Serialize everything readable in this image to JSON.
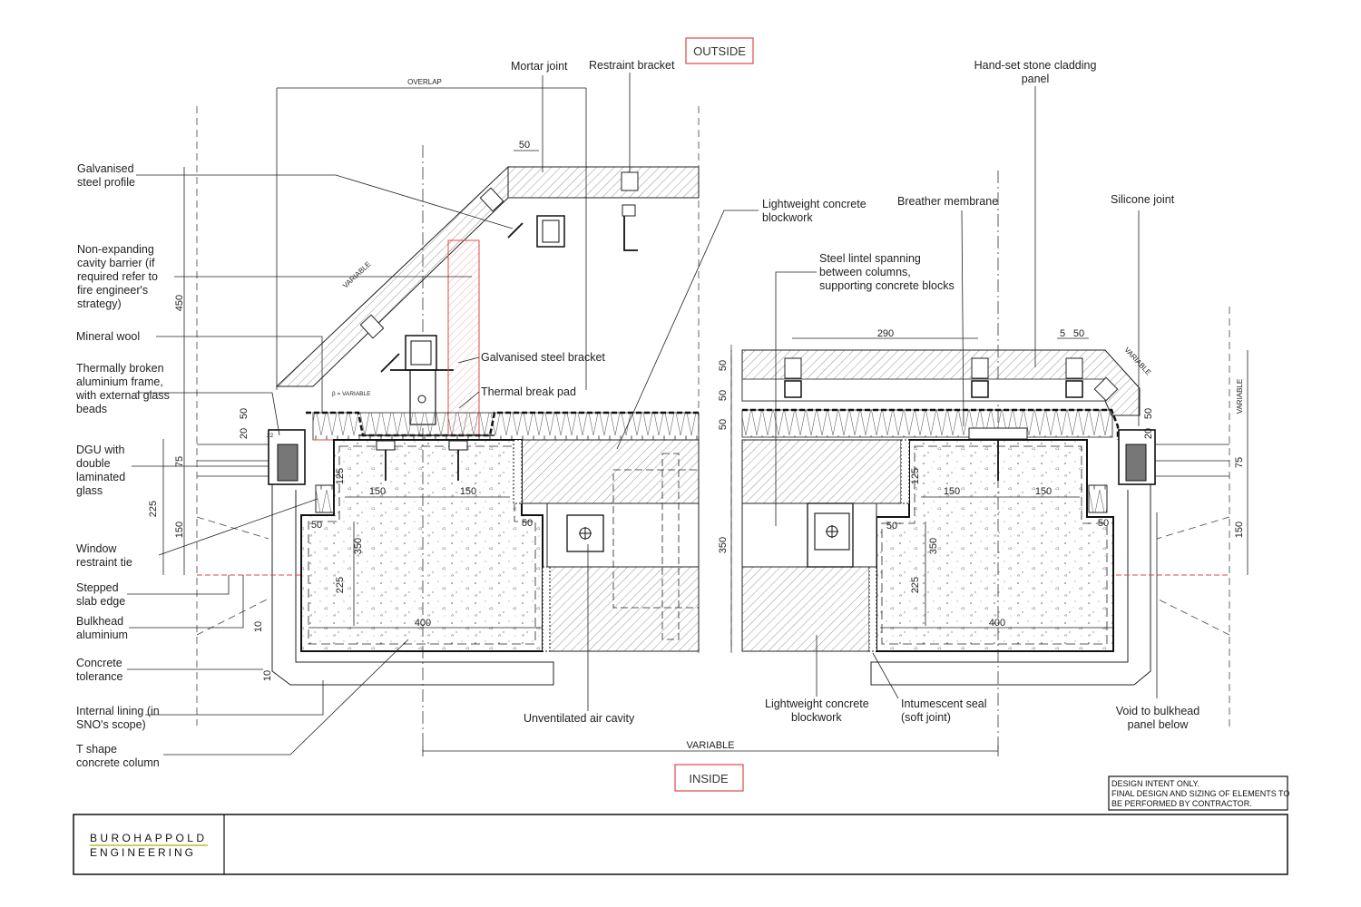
{
  "orientation": {
    "outside": "OUTSIDE",
    "inside": "INSIDE"
  },
  "labels": {
    "galvanised_profile": [
      "Galvanised",
      "steel profile"
    ],
    "cavity_barrier": [
      "Non-expanding",
      "cavity barrier (if",
      "required refer to",
      "fire engineer's",
      "strategy)"
    ],
    "mineral_wool": [
      "Mineral wool"
    ],
    "aluminium_frame": [
      "Thermally broken",
      "aluminium frame,",
      "with external glass",
      "beads"
    ],
    "dgu": [
      "DGU with",
      "double",
      "laminated",
      "glass"
    ],
    "window_tie": [
      "Window",
      "restraint tie"
    ],
    "stepped_slab": [
      "Stepped",
      "slab edge"
    ],
    "bulkhead": [
      "Bulkhead",
      "aluminium"
    ],
    "concrete_tolerance": [
      "Concrete",
      "tolerance"
    ],
    "internal_lining": [
      "Internal lining (in",
      "SNO's scope)"
    ],
    "t_shape_column": [
      "T shape",
      "concrete column"
    ],
    "mortar_joint": [
      "Mortar joint"
    ],
    "restraint_bracket": [
      "Restraint bracket"
    ],
    "stone_cladding": [
      "Hand-set stone cladding",
      "panel"
    ],
    "lightweight_top": [
      "Lightweight concrete",
      "blockwork"
    ],
    "breather": [
      "Breather membrane"
    ],
    "silicone": [
      "Silicone joint"
    ],
    "steel_lintel": [
      "Steel lintel spanning",
      "between columns,",
      "supporting concrete blocks"
    ],
    "galv_bracket": [
      "Galvanised  steel bracket"
    ],
    "thermal_pad": [
      "Thermal break pad"
    ],
    "air_cavity": [
      "Unventilated air cavity"
    ],
    "lightweight_bottom": [
      "Lightweight concrete",
      "blockwork"
    ],
    "intumescent": [
      "Intumescent seal",
      "(soft joint)"
    ],
    "void": [
      "Void to bulkhead",
      "panel below"
    ]
  },
  "dims": {
    "overlap": "OVERLAP",
    "variable_bottom": "VARIABLE",
    "variable_diag": "VARIABLE",
    "variable_right_diag": "VARIABLE",
    "variable_right_side": "VARIABLE",
    "beta_variable": "β = VARIABLE",
    "d50_top": "50",
    "d450": "450",
    "d50_left": "50",
    "d20_left": "20",
    "d22": "22",
    "d75_left": "75",
    "d225_left": "225",
    "d150_left": "150",
    "d125_left": "125",
    "d150_a": "150",
    "d150_b": "150",
    "d50_step_left": "50",
    "d50_mid_left": "50",
    "d350_left": "350",
    "d225_inner_left": "225",
    "d400_left": "400",
    "d10_a": "10",
    "d10_b": "10",
    "d290": "290",
    "d5": "5",
    "d50_right_top": "50",
    "d50_r1": "50",
    "d50_r2": "50",
    "d50_r3": "50",
    "d350_right": "350",
    "d125_right": "125",
    "d150_c": "150",
    "d150_d": "150",
    "d50_step_right": "50",
    "d50_mid_right": "50",
    "d350_inner_right": "350",
    "d225_inner_right": "225",
    "d400_right": "400",
    "d50_rr": "50",
    "d20_rr": "20",
    "d75_rr": "75",
    "d150_rr": "150"
  },
  "disclaimer": [
    "DESIGN INTENT ONLY.",
    "FINAL DESIGN AND SIZING OF ELEMENTS TO",
    "BE PERFORMED BY CONTRACTOR."
  ],
  "logo": {
    "line1": "BUROHAPPOLD",
    "line2": "ENGINEERING"
  },
  "colors": {
    "accent_red": "#e04848",
    "logo_rule": "#b5c22a",
    "line": "#222222"
  }
}
